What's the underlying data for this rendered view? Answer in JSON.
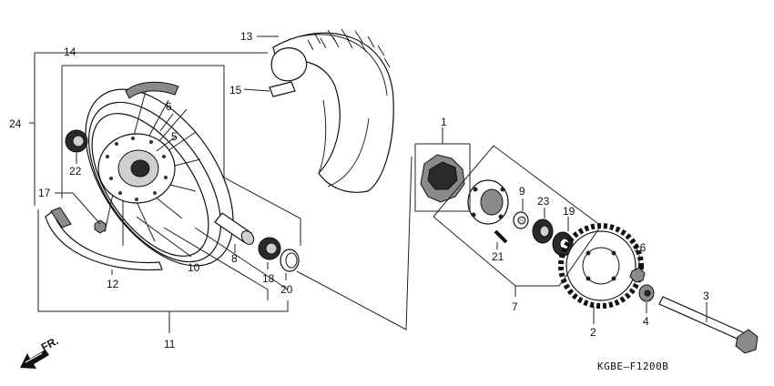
{
  "diagram": {
    "part_labels": {
      "p1": "1",
      "p2": "2",
      "p3": "3",
      "p4": "4",
      "p5": "5",
      "p6": "6",
      "p7": "7",
      "p8": "8",
      "p9": "9",
      "p10": "10",
      "p11": "11",
      "p12": "12",
      "p13": "13",
      "p14": "14",
      "p15": "15",
      "p16": "16",
      "p17": "17",
      "p18": "18",
      "p19": "19",
      "p20": "20",
      "p21": "21",
      "p22": "22",
      "p23": "23",
      "p24": "24"
    },
    "direction_label": "FR.",
    "diagram_code": "KGBE—F1200B"
  }
}
